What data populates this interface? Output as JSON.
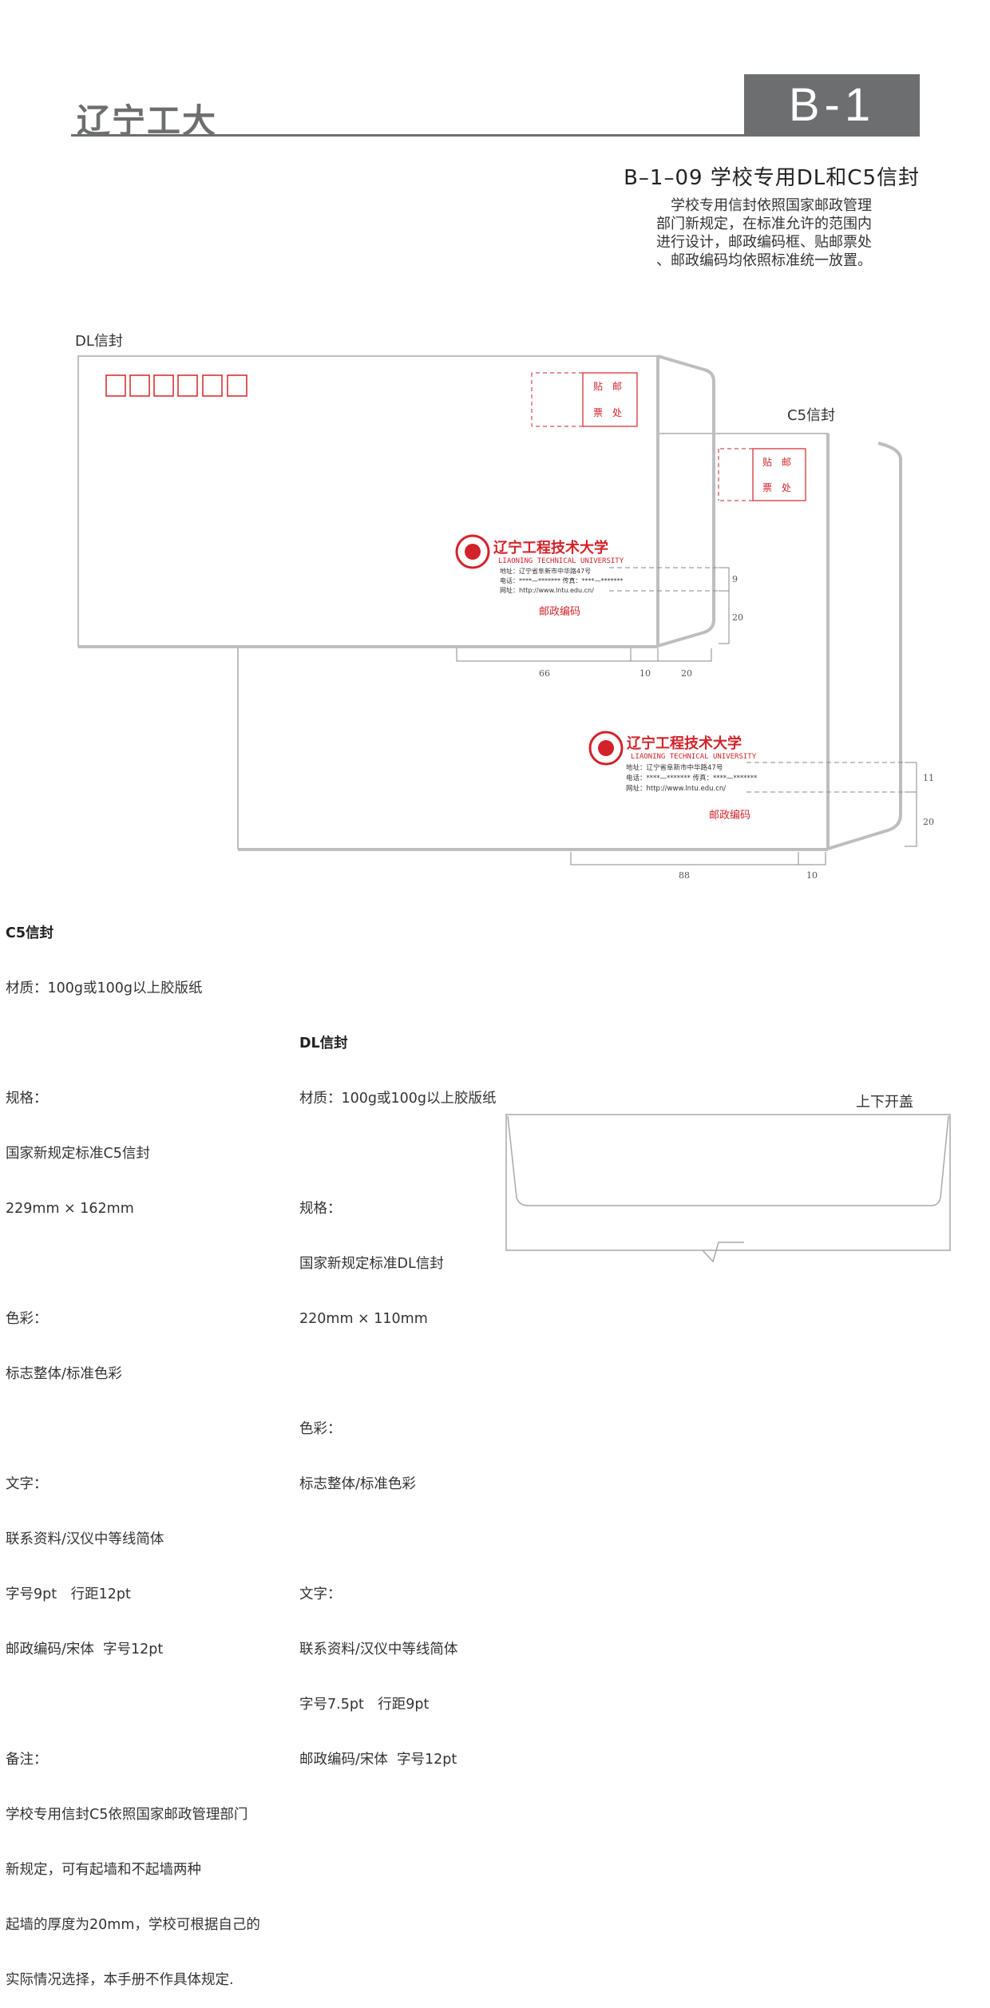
{
  "header": {
    "brand": "辽宁工大",
    "section": "B-1"
  },
  "title": "B–1–09  学校专用DL和C5信封",
  "intro": [
    "　学校专用信封依照国家邮政管理",
    "部门新规定，在标准允许的范围内",
    "进行设计，邮政编码框、贴邮票处",
    "、邮政编码均依照标准统一放置。"
  ],
  "labels": {
    "dl": "DL信封",
    "c5": "C5信封",
    "flap": "上下开盖"
  },
  "stamp": {
    "line1": "贴　邮",
    "line2": "票　处"
  },
  "logo": {
    "cn": "辽宁工程技术大学",
    "en": "LIAONING TECHNICAL UNIVERSITY",
    "address": "地址：辽宁省阜新市中华路47号",
    "phone": "电话：****—******* 传真：****—*******",
    "web": "网址：http://www.lntu.edu.cn/",
    "postcode": "邮政编码"
  },
  "dims": {
    "dl": [
      "9",
      "20",
      "66",
      "10",
      "20"
    ],
    "c5": [
      "11",
      "20",
      "88",
      "10"
    ]
  },
  "colors": {
    "red": "#d2232a",
    "gray": "#6d6e70",
    "envelope": "#bcbec0"
  },
  "c5_spec": {
    "heading": "C5信封",
    "lines": [
      "材质：100g或100g以上胶版纸",
      "",
      "规格：",
      "国家新规定标准C5信封",
      "229mm × 162mm",
      "",
      "色彩：",
      "标志整体/标准色彩",
      "",
      "文字：",
      "联系资料/汉仪中等线简体",
      "字号9pt　行距12pt",
      "邮政编码/宋体  字号12pt",
      "",
      "备注：",
      "学校专用信封C5依照国家邮政管理部门",
      "新规定，可有起墙和不起墙两种",
      "起墙的厚度为20mm，学校可根据自己的",
      "实际情况选择，本手册不作具体规定."
    ]
  },
  "dl_spec": {
    "heading": "DL信封",
    "lines": [
      "材质：100g或100g以上胶版纸",
      "",
      "规格：",
      "国家新规定标准DL信封",
      "220mm × 110mm",
      "",
      "色彩：",
      "标志整体/标准色彩",
      "",
      "文字：",
      "联系资料/汉仪中等线简体",
      "字号7.5pt　行距9pt",
      "邮政编码/宋体  字号12pt"
    ]
  }
}
